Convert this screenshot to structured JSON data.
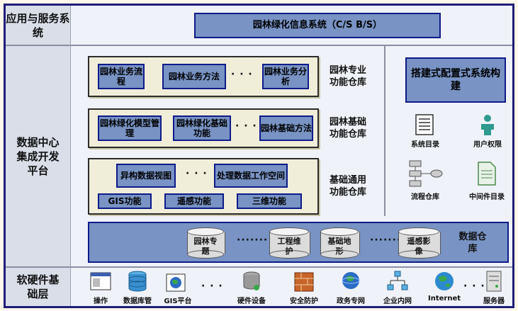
{
  "app": {
    "label": "应用与服务系统",
    "title": "园林绿化信息系统（C/S   B/S）"
  },
  "platform": {
    "label": "数据中心集成开发平台",
    "professional": {
      "items": [
        "园林业务流程",
        "园林业务方法",
        "园林业务分析"
      ],
      "label": "园林专业功能仓库"
    },
    "basic": {
      "items": [
        "园林绿化模型管理",
        "园林绿化基础功能",
        "园林基础方法"
      ],
      "label": "园林基础功能仓库"
    },
    "general": {
      "items_top": [
        "异构数据视图",
        "处理数据工作空间"
      ],
      "items_bottom": [
        "GIS功能",
        "遥感功能",
        "三维功能"
      ],
      "label": "基础通用功能仓库"
    },
    "data": {
      "items": [
        "园林专题",
        "工程维护",
        "基础地形",
        "遥感影像"
      ],
      "separators": [
        "·······",
        "·······"
      ],
      "label": "数据仓库"
    },
    "right": {
      "title": "搭建式配置式系统构建",
      "icons": [
        {
          "label": "系统目录",
          "icon": "document-list-icon"
        },
        {
          "label": "用户权限",
          "icon": "user-icon"
        },
        {
          "label": "流程仓库",
          "icon": "flowchart-icon"
        },
        {
          "label": "中间件目录",
          "icon": "file-icon"
        }
      ]
    }
  },
  "infra": {
    "label": "软硬件基础层",
    "items": [
      {
        "label": "操作",
        "icon": "window-icon"
      },
      {
        "label": "数据库管",
        "icon": "database-icon"
      },
      {
        "label": "GIS平台",
        "icon": "globe-icon"
      },
      {
        "label": "硬件设备",
        "icon": "storage-icon"
      },
      {
        "label": "安全防护",
        "icon": "firewall-icon"
      },
      {
        "label": "政务专网",
        "icon": "network-globe-icon"
      },
      {
        "label": "企业内网",
        "icon": "lan-icon"
      },
      {
        "label": "Internet",
        "icon": "internet-icon"
      },
      {
        "label": "服务器",
        "icon": "server-icon"
      }
    ]
  },
  "ellipsis": "· · ·"
}
